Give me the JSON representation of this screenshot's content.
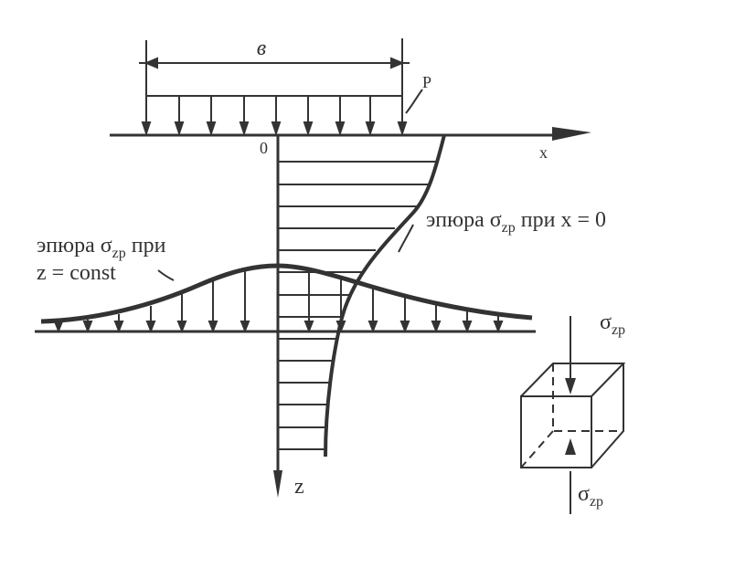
{
  "labels": {
    "width_b": "в",
    "load_p": "P",
    "origin": "0",
    "axis_x": "x",
    "axis_z": "z",
    "stress_base": "σ",
    "stress_sub": "zp",
    "curve_x0_prefix": "эпюра ",
    "curve_x0_suffix": " при x = 0",
    "curve_zconst_line1_prefix": "эпюра ",
    "curve_zconst_line1_suffix": " при",
    "curve_zconst_line2": "z = const"
  },
  "colors": {
    "ink": "#333333",
    "paper": "#ffffff"
  }
}
